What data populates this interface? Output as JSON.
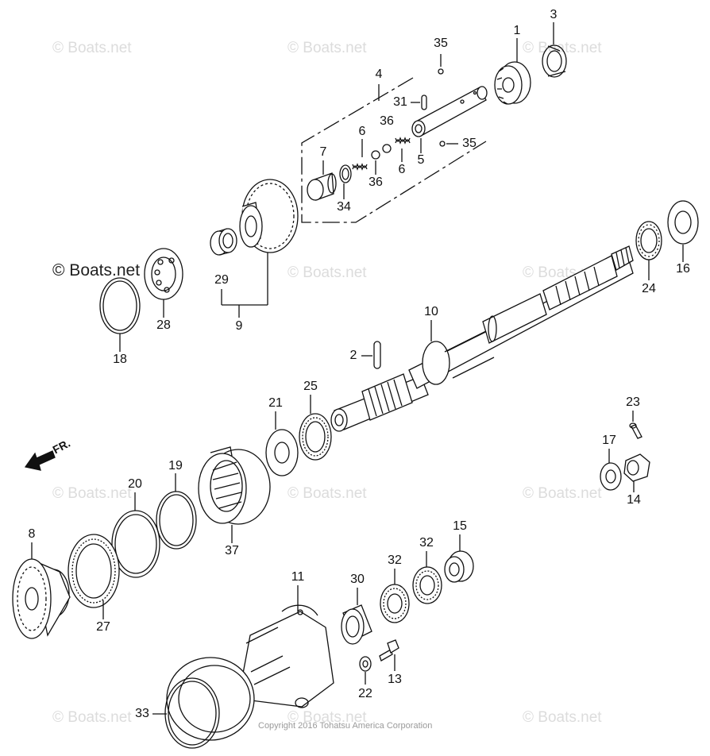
{
  "watermark": "© Boats.net",
  "watermark_dark": "© Boats.net",
  "copyright": "Copyright 2016 Tohatsu America Corporation",
  "direction": "FR.",
  "labels": {
    "p1": "1",
    "p2": "2",
    "p3": "3",
    "p4": "4",
    "p5": "5",
    "p6a": "6",
    "p6b": "6",
    "p7": "7",
    "p8": "8",
    "p9": "9",
    "p10": "10",
    "p11": "11",
    "p13": "13",
    "p14": "14",
    "p15": "15",
    "p16": "16",
    "p17": "17",
    "p18": "18",
    "p19": "19",
    "p20": "20",
    "p21": "21",
    "p22": "22",
    "p23": "23",
    "p24": "24",
    "p25": "25",
    "p27": "27",
    "p28": "28",
    "p29": "29",
    "p30": "30",
    "p31": "31",
    "p32a": "32",
    "p32b": "32",
    "p33": "33",
    "p34": "34",
    "p35a": "35",
    "p35b": "35",
    "p36a": "36",
    "p36b": "36",
    "p37": "37"
  }
}
